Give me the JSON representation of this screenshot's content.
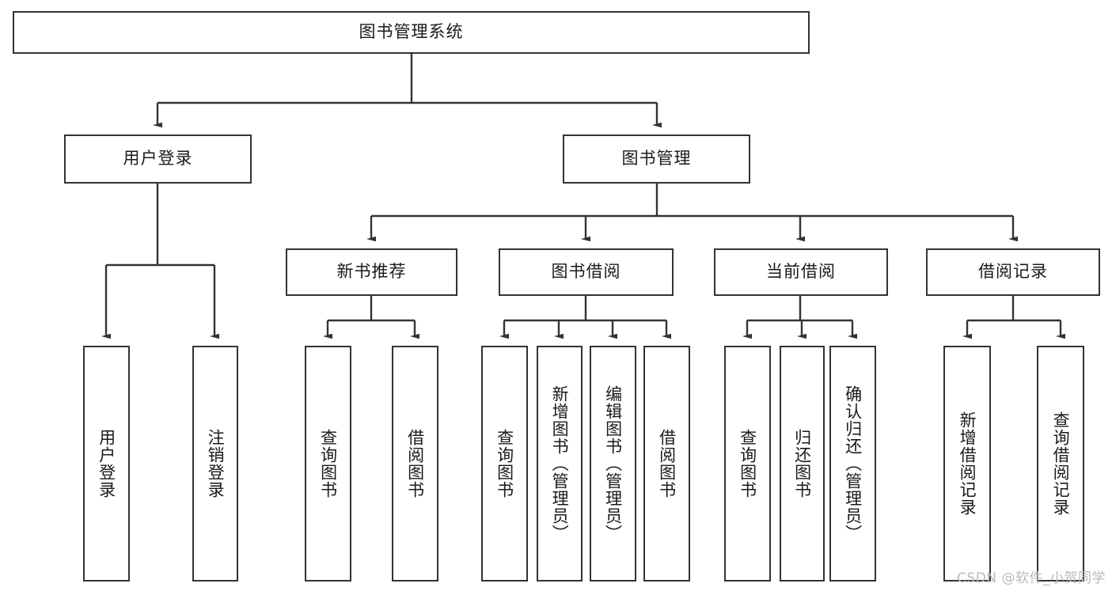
{
  "diagram": {
    "title": "图书管理系统",
    "type": "tree-hierarchy",
    "watermark": "CSDN @软件_小贺同学",
    "colors": {
      "box_border": "#333333",
      "box_fill": "#ffffff",
      "edge": "#333333",
      "text": "#1a1a1a",
      "watermark": "#b9b9b9"
    },
    "nodes": {
      "root": {
        "label": "图书管理系统"
      },
      "level2": [
        {
          "id": "user-login",
          "label": "用户登录"
        },
        {
          "id": "book-manage",
          "label": "图书管理"
        }
      ],
      "level3": [
        {
          "id": "new-book-recommend",
          "label": "新书推荐"
        },
        {
          "id": "book-borrow",
          "label": "图书借阅"
        },
        {
          "id": "current-borrow",
          "label": "当前借阅"
        },
        {
          "id": "borrow-record",
          "label": "借阅记录"
        }
      ],
      "leaves": [
        {
          "id": "leaf-user-login",
          "label": "用户登录",
          "parent": "user-login"
        },
        {
          "id": "leaf-logout-login",
          "label": "注销登录",
          "parent": "user-login"
        },
        {
          "id": "leaf-query-book-rec",
          "label": "查询图书",
          "parent": "new-book-recommend"
        },
        {
          "id": "leaf-borrow-book-rec",
          "label": "借阅图书",
          "parent": "new-book-recommend"
        },
        {
          "id": "leaf-query-book-borrow",
          "label": "查询图书",
          "parent": "book-borrow"
        },
        {
          "id": "leaf-add-book-admin",
          "label": "新增图书（管理员）",
          "parent": "book-borrow"
        },
        {
          "id": "leaf-edit-book-admin",
          "label": "编辑图书（管理员）",
          "parent": "book-borrow"
        },
        {
          "id": "leaf-borrow-book",
          "label": "借阅图书",
          "parent": "book-borrow"
        },
        {
          "id": "leaf-query-book-current",
          "label": "查询图书",
          "parent": "current-borrow"
        },
        {
          "id": "leaf-return-book",
          "label": "归还图书",
          "parent": "current-borrow"
        },
        {
          "id": "leaf-confirm-return-admin",
          "label": "确认归还（管理员）",
          "parent": "current-borrow"
        },
        {
          "id": "leaf-add-borrow-record",
          "label": "新增借阅记录",
          "parent": "borrow-record"
        },
        {
          "id": "leaf-query-borrow-record",
          "label": "查询借阅记录",
          "parent": "borrow-record"
        }
      ]
    }
  }
}
